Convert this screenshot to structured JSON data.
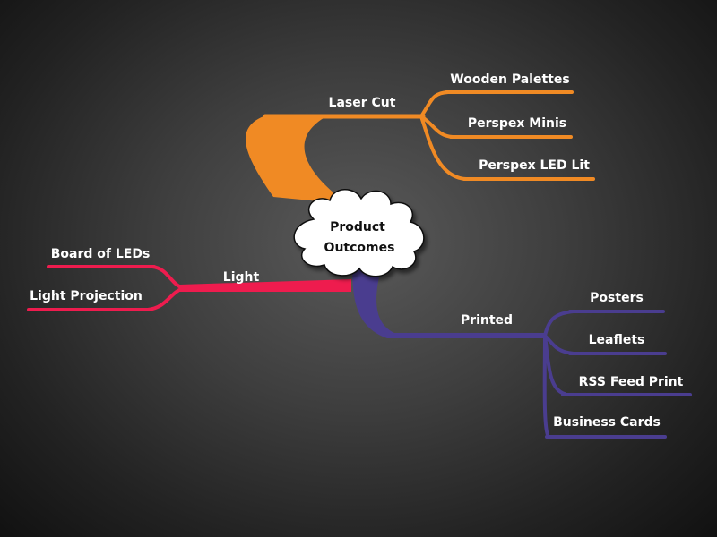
{
  "central_topic": {
    "line1": "Product",
    "line2": "Outcomes"
  },
  "branches": [
    {
      "id": "laser-cut",
      "label": "Laser Cut",
      "color": "#f08a24",
      "children": [
        "Wooden Palettes",
        "Perspex Minis",
        "Perspex LED Lit"
      ]
    },
    {
      "id": "light",
      "label": "Light",
      "color": "#ee1c4e",
      "children": [
        "Board of LEDs",
        "Light Projection"
      ]
    },
    {
      "id": "printed",
      "label": "Printed",
      "color": "#4a3d8f",
      "children": [
        "Posters",
        "Leaflets",
        "RSS Feed Print",
        "Business Cards"
      ]
    }
  ]
}
